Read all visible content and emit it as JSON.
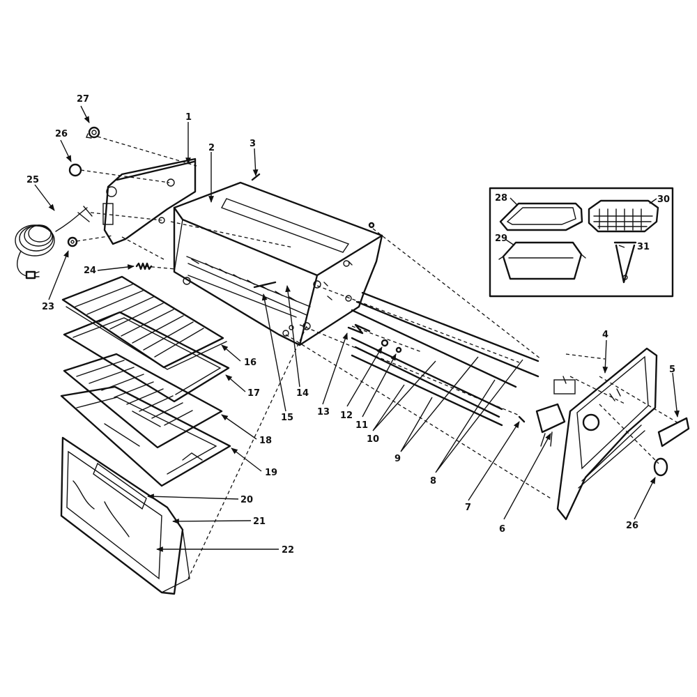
{
  "colors": {
    "ink": "#111111",
    "background": "#ffffff"
  },
  "part_numbers": {
    "p1": "1",
    "p2": "2",
    "p3": "3",
    "p4": "4",
    "p5": "5",
    "p6": "6",
    "p7": "7",
    "p8": "8",
    "p9": "9",
    "p10": "10",
    "p11": "11",
    "p12": "12",
    "p13": "13",
    "p14": "14",
    "p15": "15",
    "p16": "16",
    "p17": "17",
    "p18": "18",
    "p19": "19",
    "p20": "20",
    "p21": "21",
    "p22": "22",
    "p23": "23",
    "p24": "24",
    "p25": "25",
    "p26a": "26",
    "p26b": "26",
    "p27": "27",
    "p28": "28",
    "p29": "29",
    "p30": "30",
    "p31": "31"
  }
}
